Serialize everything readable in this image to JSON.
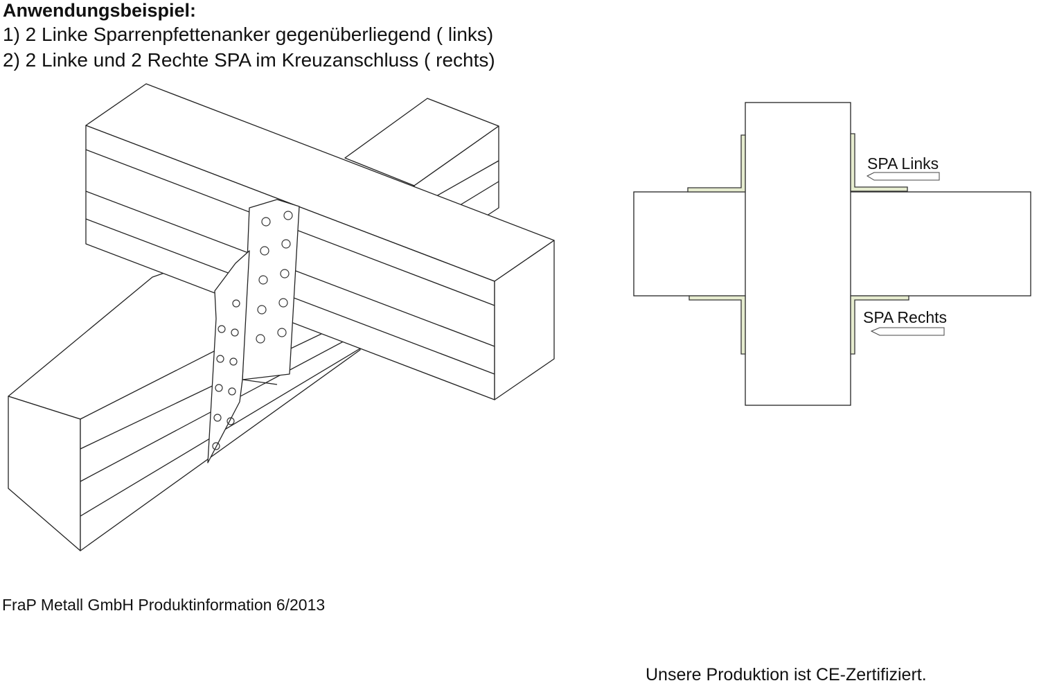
{
  "heading": "Anwendungsbeispiel:",
  "lines": [
    "1) 2 Linke Sparrenpfettenanker gegenüberliegend ( links)",
    "2) 2 Linke und 2 Rechte SPA im Kreuzanschluss ( rechts)"
  ],
  "plan": {
    "label_left": "SPA Links",
    "label_right": "SPA Rechts"
  },
  "footer_left": "FraP Metall GmbH Produktinformation 6/2013",
  "footer_right": "Unsere Produktion ist CE-Zertifiziert.",
  "colors": {
    "anchor_fill": "#e6eccf",
    "line": "#222222"
  }
}
